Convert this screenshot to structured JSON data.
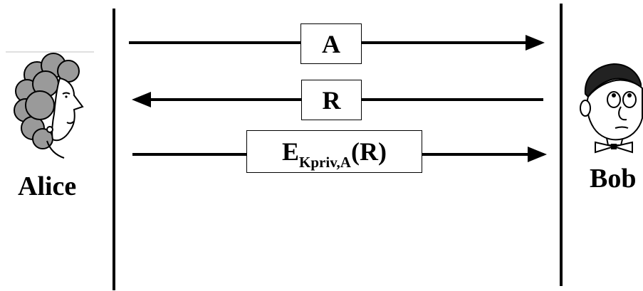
{
  "parties": {
    "alice": {
      "name": "Alice"
    },
    "bob": {
      "name": "Bob"
    }
  },
  "messages": [
    {
      "label": "A",
      "direction": "alice-to-bob"
    },
    {
      "label": "R",
      "direction": "bob-to-alice"
    },
    {
      "label_main": "E",
      "label_sub": "Kpriv,A",
      "label_suffix": "(R)",
      "direction": "alice-to-bob"
    }
  ],
  "colors": {
    "ink": "#000000",
    "hair": "#8a8a8a",
    "skin": "#ffffff"
  }
}
